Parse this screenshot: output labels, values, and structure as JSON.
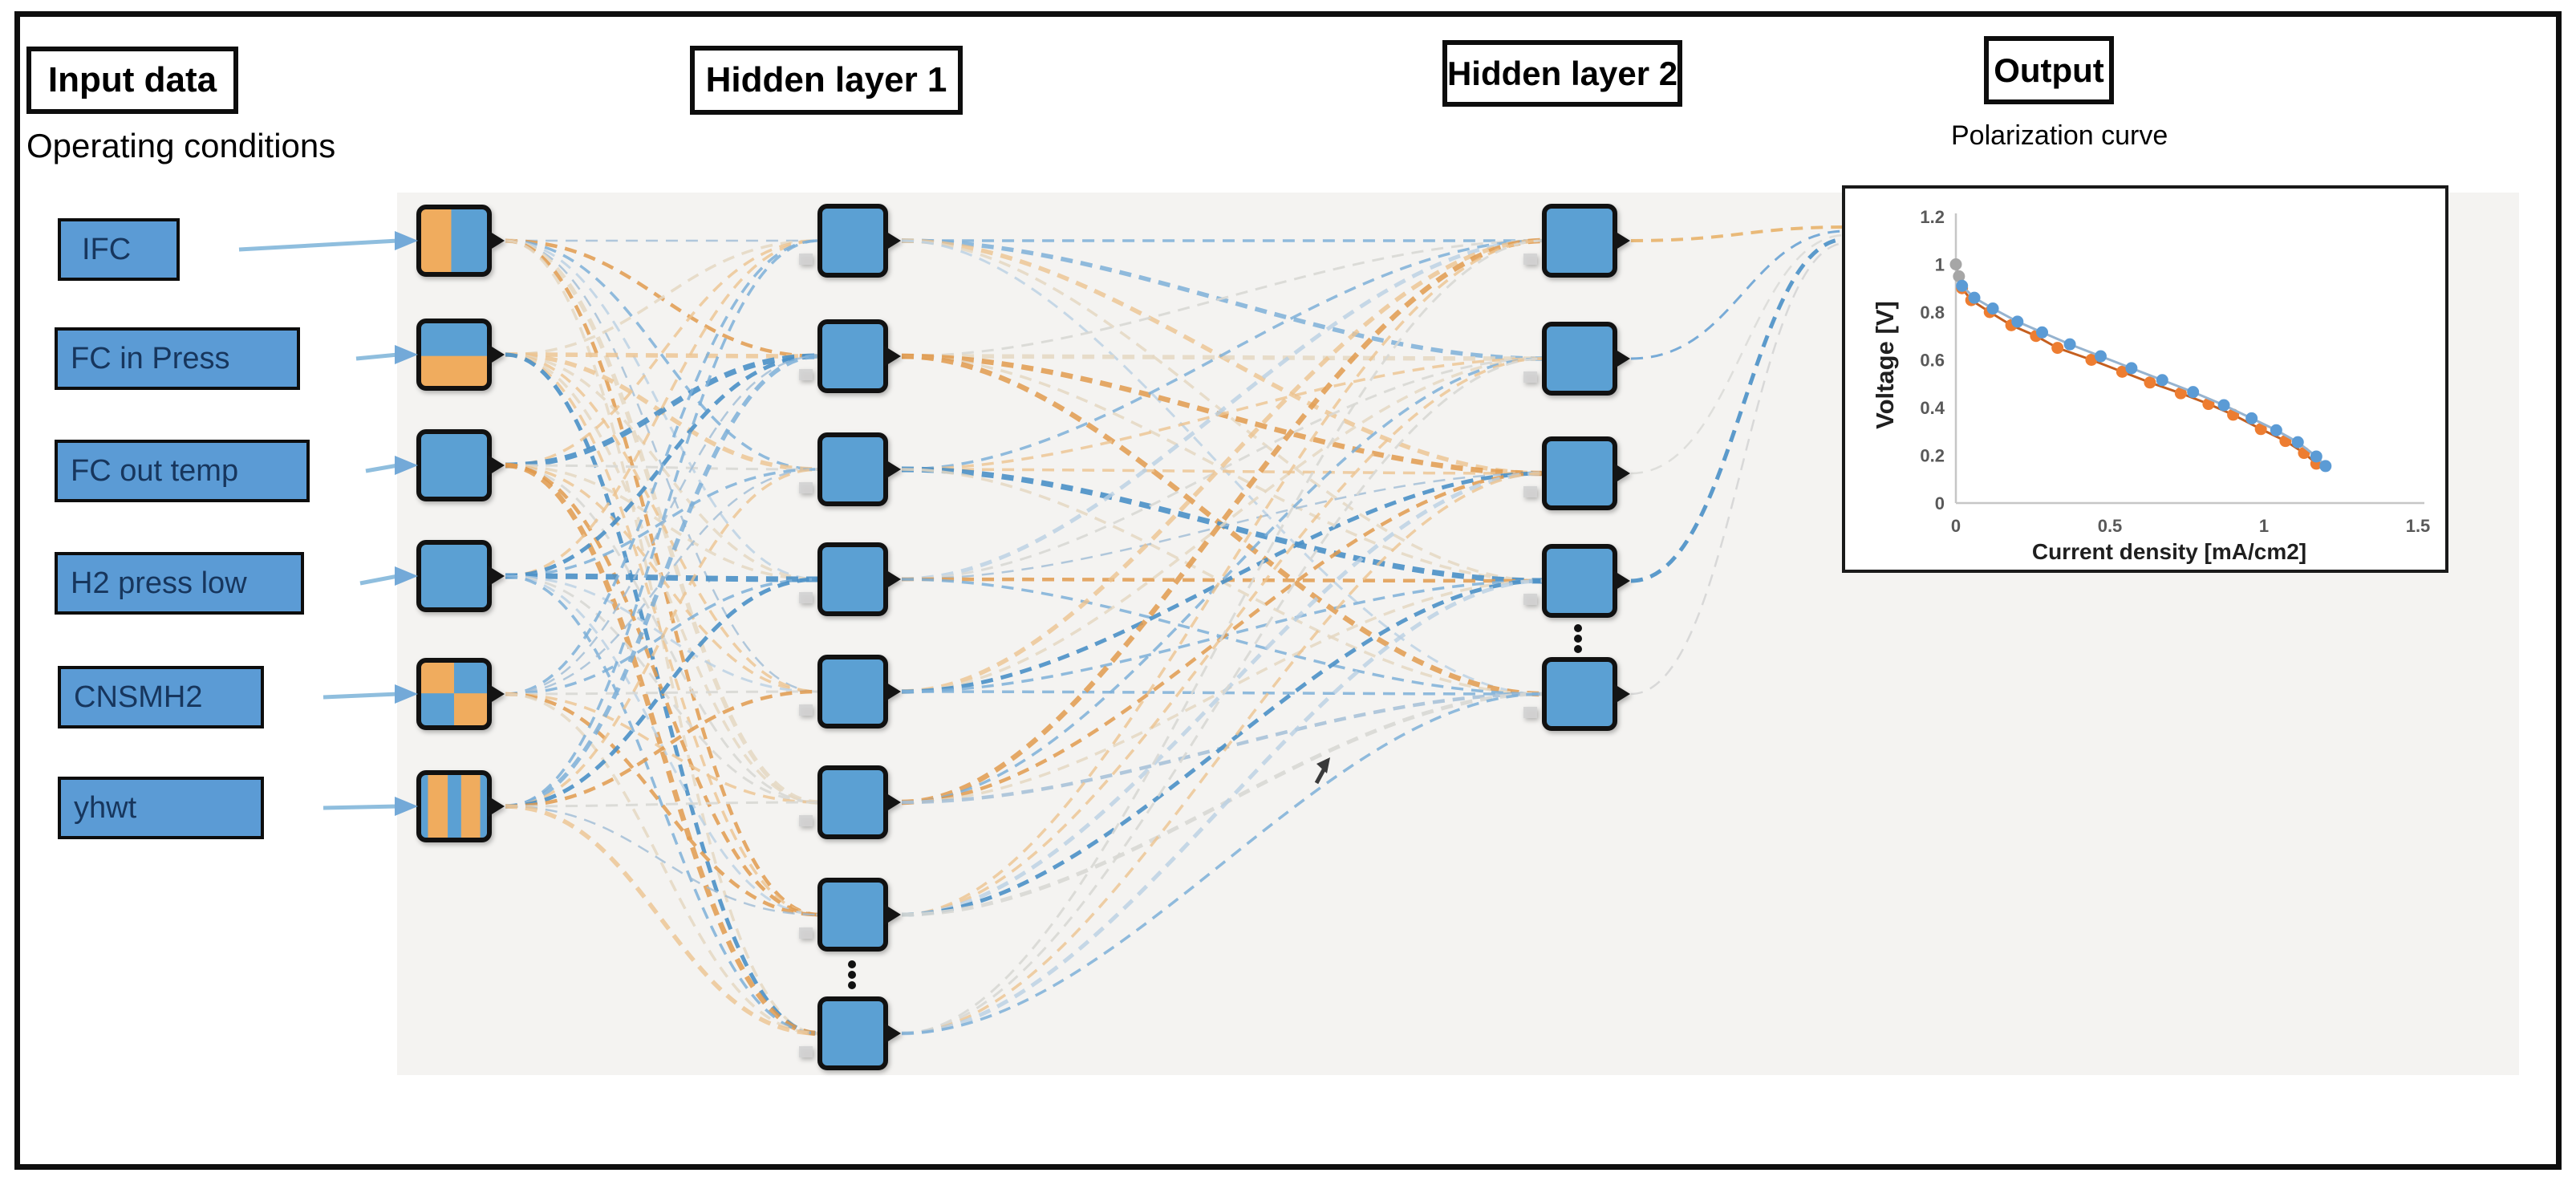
{
  "headers": {
    "input_data": "Input data",
    "hidden_layer_1": "Hidden layer 1",
    "hidden_layer_2": "Hidden layer 2",
    "output": "Output"
  },
  "captions": {
    "input_subtitle": "Operating conditions",
    "output_subtitle": "Polarization curve",
    "ellipsis": "⋮"
  },
  "input_labels": [
    {
      "label": "IFC",
      "pattern": "vsplit-orange-left"
    },
    {
      "label": "FC in Press",
      "pattern": "hsplit-orange-bottom"
    },
    {
      "label": "FC out temp",
      "pattern": "solid"
    },
    {
      "label": "H2 press low",
      "pattern": "solid"
    },
    {
      "label": "CNSMH2",
      "pattern": "checker"
    },
    {
      "label": "yhwt",
      "pattern": "stripes"
    }
  ],
  "network": {
    "input_nodes": 6,
    "hidden1_nodes": 8,
    "hidden2_nodes": 5,
    "hidden1_truncated": true,
    "hidden2_truncated": true
  },
  "colors": {
    "node_fill": "#5ba0d3",
    "node_border": "#111111",
    "label_fill": "#5b9bd5",
    "panel": "#f4f3f1",
    "pattern_orange": "#f0ac5e",
    "arrow_blue": "#8fbede",
    "curve_blue": "#4a90c6",
    "curve_orange": "#e19a4d",
    "curve_gray": "#d8d8d4",
    "curve_tan": "#e4d7c2"
  },
  "chart_data": {
    "type": "scatter",
    "title": "",
    "xlabel": "Current density [mA/cm2]",
    "ylabel": "Voltage [V]",
    "xlim": [
      0,
      1.5
    ],
    "ylim": [
      0,
      1.2
    ],
    "x_ticks": [
      "0",
      "0.5",
      "1",
      "1.5"
    ],
    "y_ticks": [
      "0",
      "0.2",
      "0.4",
      "0.6",
      "0.8",
      "1",
      "1.2"
    ],
    "grid": false,
    "legend": "none",
    "series": [
      {
        "name": "gray-start",
        "color": "#a6a6a6",
        "line": "#a6a6a6",
        "points": [
          [
            0,
            1.0
          ],
          [
            0.01,
            0.95
          ]
        ]
      },
      {
        "name": "orange",
        "color": "#ed7d31",
        "line": "#c55f1f",
        "points": [
          [
            0.02,
            0.9
          ],
          [
            0.05,
            0.85
          ],
          [
            0.11,
            0.8
          ],
          [
            0.18,
            0.745
          ],
          [
            0.26,
            0.7
          ],
          [
            0.33,
            0.65
          ],
          [
            0.44,
            0.6
          ],
          [
            0.54,
            0.55
          ],
          [
            0.63,
            0.505
          ],
          [
            0.73,
            0.46
          ],
          [
            0.82,
            0.415
          ],
          [
            0.9,
            0.37
          ],
          [
            0.99,
            0.31
          ],
          [
            1.07,
            0.26
          ],
          [
            1.13,
            0.21
          ],
          [
            1.17,
            0.165
          ]
        ]
      },
      {
        "name": "blue",
        "color": "#5b9bd5",
        "line": "#96b3cf",
        "points": [
          [
            0.02,
            0.91
          ],
          [
            0.06,
            0.86
          ],
          [
            0.12,
            0.815
          ],
          [
            0.2,
            0.76
          ],
          [
            0.28,
            0.715
          ],
          [
            0.37,
            0.665
          ],
          [
            0.47,
            0.615
          ],
          [
            0.57,
            0.565
          ],
          [
            0.67,
            0.515
          ],
          [
            0.77,
            0.465
          ],
          [
            0.87,
            0.41
          ],
          [
            0.96,
            0.355
          ],
          [
            1.04,
            0.305
          ],
          [
            1.11,
            0.255
          ],
          [
            1.17,
            0.195
          ],
          [
            1.2,
            0.155
          ]
        ]
      }
    ]
  }
}
